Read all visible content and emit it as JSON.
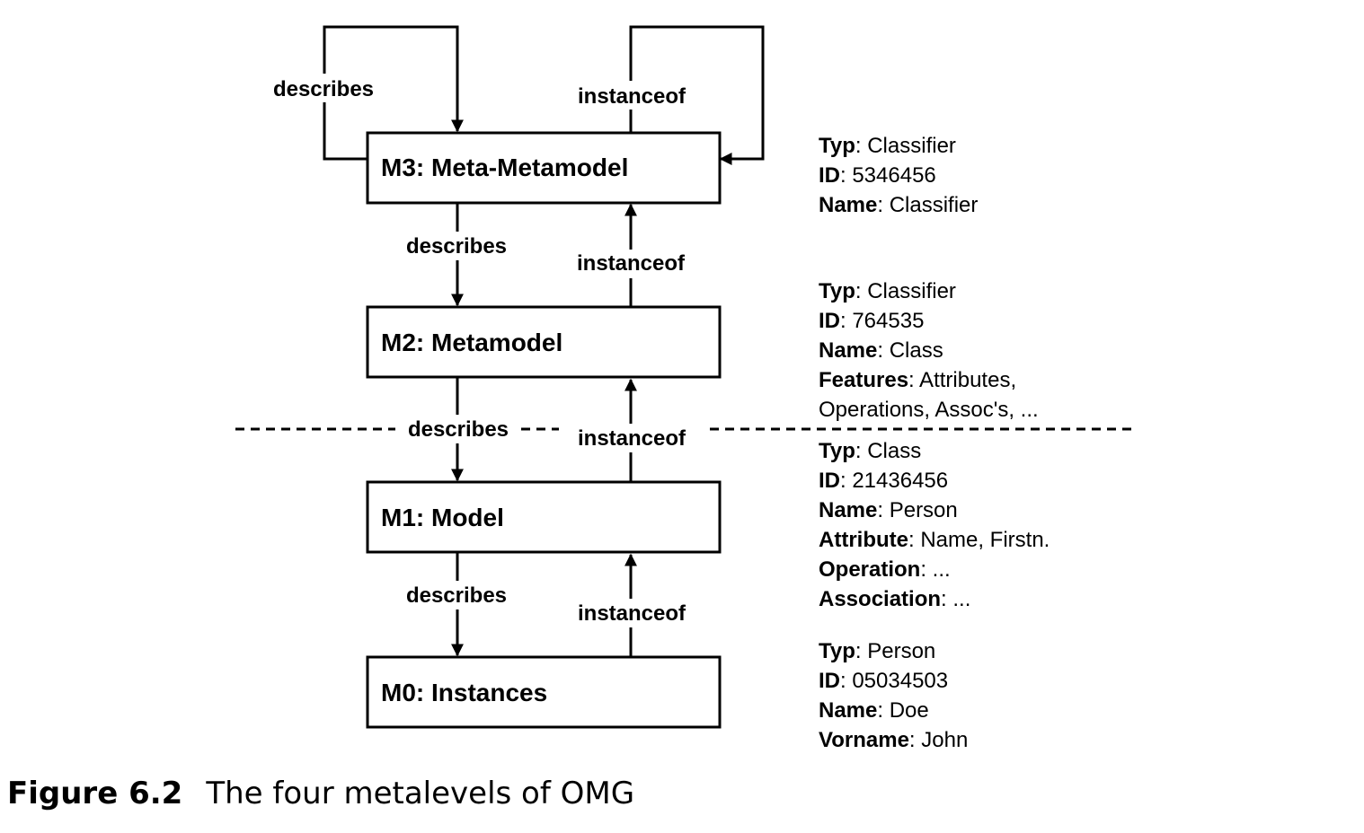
{
  "levels": [
    {
      "label": "M3: Meta-Metamodel"
    },
    {
      "label": "M2: Metamodel"
    },
    {
      "label": "M1: Model"
    },
    {
      "label": "M0: Instances"
    }
  ],
  "edges": {
    "m3_self_describes": "describes",
    "m3_self_instanceof": "instanceof",
    "m3_m2_describes": "describes",
    "m2_m3_instanceof": "instanceof",
    "m2_m1_describes": "describes",
    "m1_m2_instanceof": "instanceof",
    "m1_m0_describes": "describes",
    "m0_m1_instanceof": "instanceof"
  },
  "properties": [
    [
      {
        "key": "Typ",
        "value": ": Classifier"
      },
      {
        "key": "ID",
        "value": ": 5346456"
      },
      {
        "key": "Name",
        "value": ": Classifier"
      }
    ],
    [
      {
        "key": "Typ",
        "value": ": Classifier"
      },
      {
        "key": "ID",
        "value": ": 764535"
      },
      {
        "key": "Name",
        "value": ": Class"
      },
      {
        "key": "Features",
        "value": ": Attributes,"
      },
      {
        "key": "",
        "value": "Operations,  Assoc's, ..."
      }
    ],
    [
      {
        "key": "Typ",
        "value": ": Class"
      },
      {
        "key": "ID",
        "value": ": 21436456"
      },
      {
        "key": "Name",
        "value": ": Person"
      },
      {
        "key": "Attribute",
        "value": ": Name, Firstn."
      },
      {
        "key": "Operation",
        "value": ": ..."
      },
      {
        "key": "Association",
        "value": ": ..."
      }
    ],
    [
      {
        "key": "Typ",
        "value": ": Person"
      },
      {
        "key": "ID",
        "value": ": 05034503"
      },
      {
        "key": "Name",
        "value": ": Doe"
      },
      {
        "key": "Vorname",
        "value": ": John"
      }
    ]
  ],
  "caption": {
    "number": "Figure 6.2",
    "title": "The four metalevels of OMG"
  }
}
